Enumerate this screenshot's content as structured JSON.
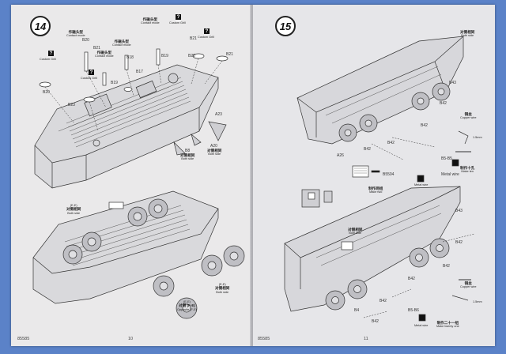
{
  "left_page": {
    "step": "14",
    "labels": {
      "contact_mode_a": {
        "cn": "作磁头型",
        "en": "Contact mode"
      },
      "contact_mode_b": {
        "cn": "作磁头型",
        "en": "Contact mode"
      },
      "contact_mode_c": {
        "cn": "作磁头型",
        "en": "Contact mode"
      },
      "contact_mode_d": {
        "cn": "作磁头型",
        "en": "Contact mode"
      },
      "custom_grill_a": "Custom Grill",
      "custom_grill_b": "Custom Grill",
      "custom_grill_c": "Custom Grill",
      "custom_grill_d": "Custom Grill",
      "both_side_a": {
        "cn": "对侧相同",
        "en": "Both side"
      },
      "both_side_b": {
        "cn": "对侧相同",
        "en": "Both side"
      },
      "both_side_wheels": {
        "tag": "(E-E)",
        "cn": "对侧相同",
        "en": "Both side"
      },
      "both_side_rear": {
        "tag": "(E-E)",
        "cn": "对侧相同",
        "en": "Both side"
      },
      "opposite": {
        "tag": "(E-E)",
        "cn": "对侧 (F-E)",
        "en": "Opposite (F-E)"
      }
    },
    "part_numbers": [
      "B21",
      "B20",
      "B21",
      "B20",
      "B21",
      "B19",
      "B18",
      "B17",
      "B20",
      "B19",
      "B23",
      "A20",
      "B8",
      "A23"
    ],
    "footer_code": "85585",
    "page_number": "10"
  },
  "right_page": {
    "step": "15",
    "labels": {
      "both_side_top": {
        "cn": "对侧相同",
        "en": "Both side"
      },
      "copper_wire": {
        "cn": "铜丝",
        "en": "Copper wire"
      },
      "dim_a": "1.5mm",
      "mold_a": {
        "cn": "制作十孔",
        "en": "Make ten"
      },
      "metal_a": "Metal wire",
      "make_two": {
        "cn": "制作两组",
        "en": "Make two"
      },
      "both_side_mid": {
        "cn": "对侧相同",
        "en": "Both side"
      },
      "copper_wire_b": {
        "cn": "铜丝",
        "en": "Copper wire"
      },
      "dim_b": "1.5mm",
      "metal_b": "Metal wire",
      "make_twenty": {
        "cn": "制作二十一组",
        "en": "Make twenty one"
      }
    },
    "part_numbers": [
      "B43",
      "B42",
      "B42",
      "B42",
      "B42",
      "A26",
      "B5504",
      "B42",
      "B42",
      "B43",
      "B42",
      "B42",
      "B4",
      "B42"
    ],
    "side_tags": [
      "Metal wire",
      "B5-B5",
      "B5-B6"
    ],
    "footer_code": "85585",
    "page_number": "11"
  }
}
